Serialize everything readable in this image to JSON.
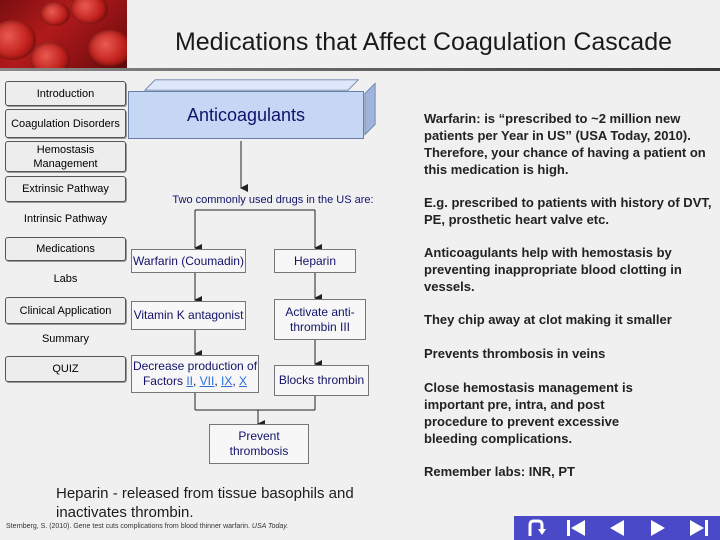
{
  "title": "Medications that Affect Coagulation Cascade",
  "sidebar": {
    "items": [
      {
        "label": "Introduction"
      },
      {
        "label": "Coagulation Disorders"
      },
      {
        "label": "Hemostasis Management"
      },
      {
        "label": "Extrinsic Pathway"
      },
      {
        "label": "Intrinsic Pathway"
      },
      {
        "label": "Medications"
      },
      {
        "label": "Labs"
      },
      {
        "label": "Clinical Application"
      },
      {
        "label": "Summary"
      },
      {
        "label": "QUIZ"
      }
    ]
  },
  "diagram": {
    "heading": "Anticoagulants",
    "subheading": "Two commonly used drugs in the US are:",
    "left": {
      "drug": "Warfarin (Coumadin)",
      "action": "Vitamin K antagonist",
      "effect_prefix": "Decrease production of",
      "effect_line2_prefix": "Factors",
      "factors": [
        "II",
        "VII",
        "IX",
        "X"
      ]
    },
    "right": {
      "drug": "Heparin",
      "action": "Activate anti-thrombin III",
      "effect": "Blocks thrombin"
    },
    "outcome": "Prevent thrombosis"
  },
  "notes": [
    "Warfarin: is “prescribed to ~2 million new patients per Year in US” (USA Today, 2010). Therefore, your chance of having a patient on this medication is high.",
    "E.g. prescribed to patients with history of DVT, PE, prosthetic heart valve etc.",
    "Anticoagulants help with hemostasis by preventing inappropriate blood clotting in vessels.",
    "They chip away at clot making it smaller",
    "Prevents thrombosis in veins",
    "Close hemostasis management is important pre, intra, and post procedure to prevent excessive bleeding complications.",
    "Remember labs: INR, PT"
  ],
  "caption": "Heparin - released from tissue basophils and inactivates thrombin.",
  "citation": {
    "text": "Sternberg, S. (2010). Gene test cuts complications from blood thinner warfarin.",
    "source": "USA Today."
  },
  "colors": {
    "diagram_text": "#12126a",
    "box_front": "#c5d7f5",
    "navbar": "#4a4ac9",
    "link": "#2a6fd8"
  },
  "navbar_icons": [
    "return-icon",
    "first-slide-icon",
    "previous-slide-icon",
    "next-slide-icon",
    "last-slide-icon"
  ]
}
